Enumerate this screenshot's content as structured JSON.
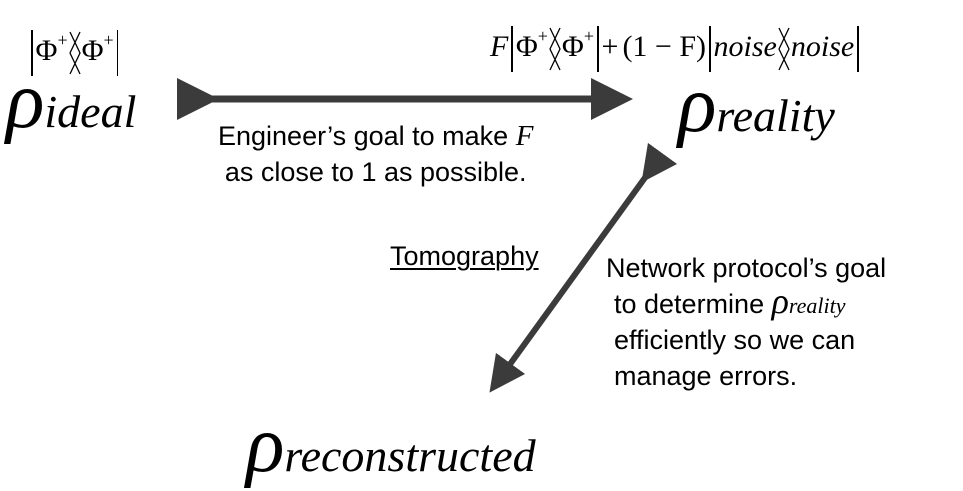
{
  "formulas": {
    "ideal": {
      "ket": "Φ",
      "ket_sup": "+",
      "bra": "Φ",
      "bra_sup": "+"
    },
    "reality": {
      "coefficient": "F",
      "ket": "Φ",
      "ket_sup": "+",
      "bra": "Φ",
      "bra_sup": "+",
      "plus": "+",
      "mixing": "(1 − F)",
      "noise_ket": "noise",
      "noise_bra": "noise"
    }
  },
  "states": {
    "ideal": {
      "symbol": "ρ",
      "subscript": "ideal"
    },
    "reality": {
      "symbol": "ρ",
      "subscript": "reality"
    },
    "reconstructed": {
      "symbol": "ρ",
      "subscript": "reconstructed"
    }
  },
  "annotations": {
    "engineer_line1": "Engineer’s goal to make",
    "engineer_var": "F",
    "engineer_line2": "as close to 1 as possible.",
    "tomography": "Tomography",
    "network_line1": "Network protocol’s goal",
    "network_line2_prefix": "to determine",
    "network_rho_symbol": "ρ",
    "network_rho_sub": "reality",
    "network_line3": "efficiently so we can",
    "network_line4": "manage errors."
  },
  "colors": {
    "arrow": "#3b3b3b",
    "text": "#000000",
    "background": "#ffffff"
  }
}
